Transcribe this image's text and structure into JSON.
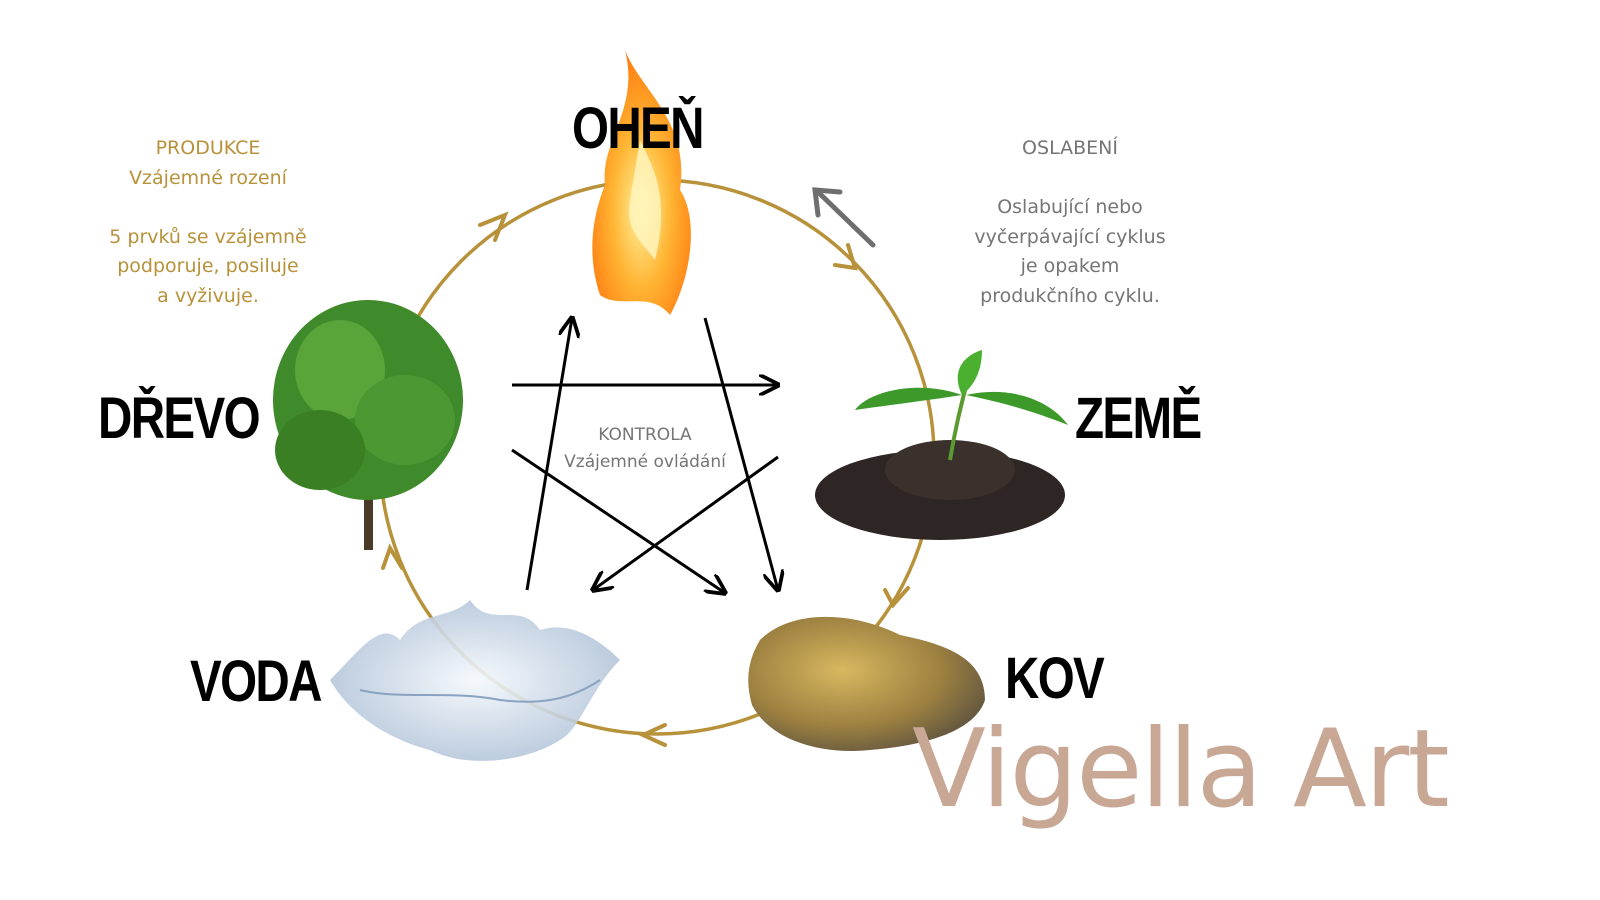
{
  "elements": {
    "fire": "OHEŇ",
    "earth": "ZEMĚ",
    "metal": "KOV",
    "water": "VODA",
    "wood": "DŘEVO"
  },
  "production": {
    "title": "PRODUKCE",
    "subtitle": "Vzájemné rození",
    "lines": [
      "5 prvků se vzájemně",
      "podporuje, posiluje",
      "a vyživuje."
    ]
  },
  "weakening": {
    "title": "OSLABENÍ",
    "lines": [
      "Oslabující nebo",
      "vyčerpávající cyklus",
      "je opakem",
      "produkčního cyklu."
    ]
  },
  "control": {
    "title": "KONTROLA",
    "subtitle": "Vzájemné ovládání"
  },
  "logo": "Vigella Art",
  "colors": {
    "production": "#b8923a",
    "text_gray": "#757575",
    "logo": "#c9a795",
    "arrows": "#000000"
  }
}
